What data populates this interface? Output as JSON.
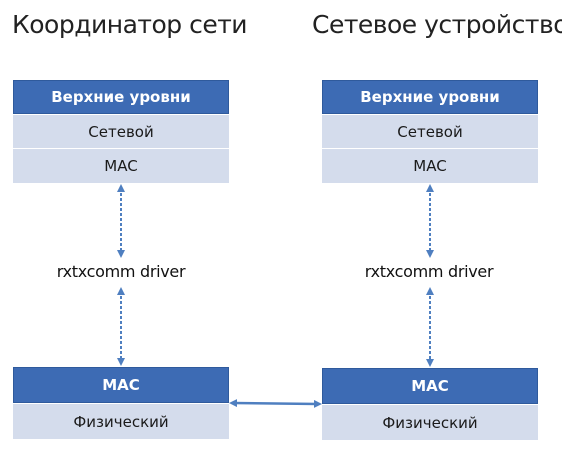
{
  "left": {
    "title": "Координатор сети",
    "top_stack": [
      "Верхние уровни",
      "Сетевой",
      "MAC"
    ],
    "driver": "rxtxcomm driver",
    "bottom_stack": [
      "MAC",
      "Физический"
    ]
  },
  "right": {
    "title": "Сетевое устройство",
    "top_stack": [
      "Верхние уровни",
      "Сетевой",
      "MAC"
    ],
    "driver": "rxtxcomm driver",
    "bottom_stack": [
      "MAC",
      "Физический"
    ]
  },
  "colors": {
    "dark_layer": "#3d6bb4",
    "light_layer": "#d4dcec",
    "arrow": "#4f7fc0"
  }
}
